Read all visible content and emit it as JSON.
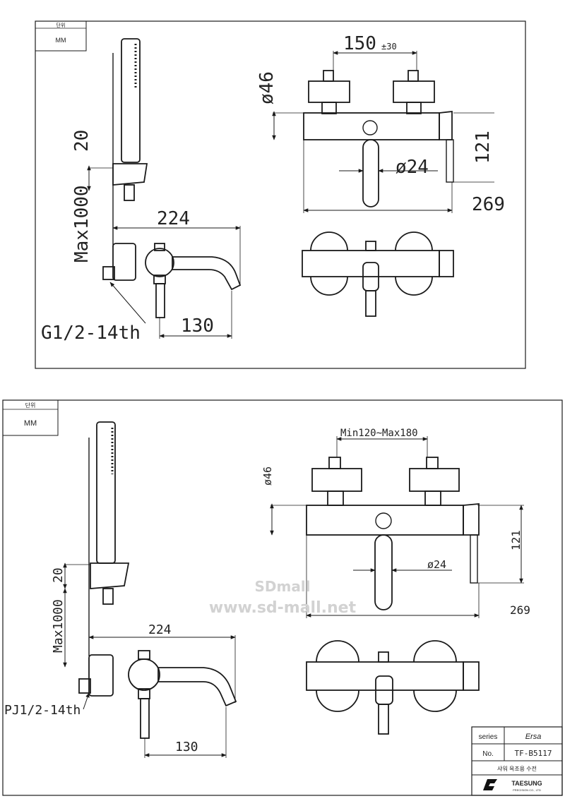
{
  "top_sheet": {
    "unit_header": "단위",
    "unit": "MM",
    "dims": {
      "spacing": "150",
      "spacing_tol": "±30",
      "dia46": "ø46",
      "h20": "20",
      "max1000": "Max1000",
      "w224": "224",
      "d24": "ø24",
      "h121": "121",
      "w269": "269",
      "thread": "G1/2-14th",
      "w130": "130"
    }
  },
  "bottom_sheet": {
    "unit_header": "단위",
    "unit": "MM",
    "dims": {
      "spacing": "Min120~Max180",
      "dia46": "ø46",
      "h20": "20",
      "max1000": "Max1000",
      "w224": "224",
      "d24": "ø24",
      "h121": "121",
      "w269": "269",
      "thread": "PJ1/2-14th",
      "w130": "130"
    },
    "watermark": {
      "line1": "SDmall",
      "line2": "www.sd-mall.net"
    },
    "title_block": {
      "series_label": "series",
      "series_value": "Ersa",
      "no_label": "No.",
      "no_value": "TF-B5117",
      "description": "샤워 욕조용 수전",
      "brand": "TAESUNG",
      "brand_sub": "PRECISION CO., LTD"
    }
  }
}
